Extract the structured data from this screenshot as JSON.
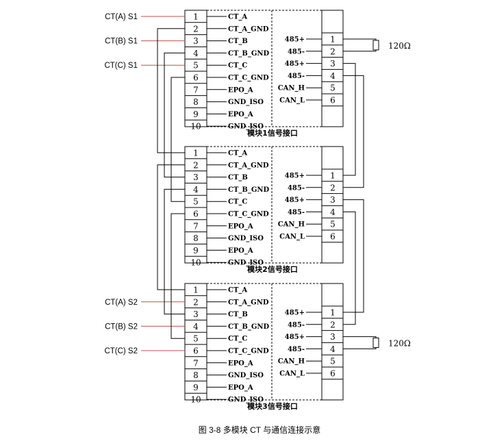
{
  "figure_caption": "图 3-8 多模块 CT 与通信连接示意",
  "resistor_label": "120Ω",
  "external_labels": [
    "CT(A) S1",
    "CT(B) S1",
    "CT(C) S1",
    "CT(A) S2",
    "CT(B) S2",
    "CT(C) S2"
  ],
  "left_pins": [
    "1",
    "2",
    "3",
    "4",
    "5",
    "6",
    "7",
    "8",
    "9",
    "10"
  ],
  "left_signals": [
    "CT_A",
    "CT_A_GND",
    "CT_B",
    "CT_B_GND",
    "CT_C",
    "CT_C_GND",
    "EPO_A",
    "GND_ISO",
    "EPO_A",
    "GND_ISO"
  ],
  "right_pins": [
    "1",
    "2",
    "3",
    "4",
    "5",
    "6"
  ],
  "right_signals": [
    "485+",
    "485-",
    "485+",
    "485-",
    "CAN_H",
    "CAN_L"
  ],
  "modules": [
    {
      "title": "模块1信号接口"
    },
    {
      "title": "模块2信号接口"
    },
    {
      "title": "模块3信号接口"
    }
  ],
  "colors": {
    "line": "#000000",
    "ext_wire": "#c0504d",
    "text": "#000000"
  }
}
